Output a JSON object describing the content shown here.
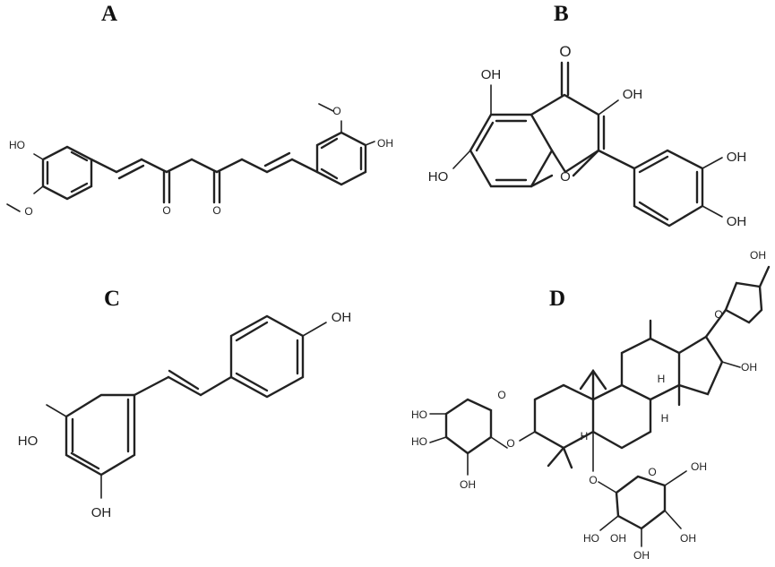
{
  "panels": {
    "A": {
      "label": "A",
      "atoms": {
        "oh_left": "HO",
        "ome_left": "O",
        "oh_right": "OH",
        "ome_right": "O",
        "ketone_1": "O",
        "ketone_2": "O"
      }
    },
    "B": {
      "label": "B",
      "atoms": {
        "oh_5": "OH",
        "oxo_4": "O",
        "oh_3": "OH",
        "oh_7": "HO",
        "ring_o": "O",
        "oh_3p": "OH",
        "oh_4p": "OH"
      }
    },
    "C": {
      "label": "C",
      "atoms": {
        "oh_4p": "OH",
        "oh_3": "HO",
        "oh_5": "OH"
      }
    },
    "D": {
      "label": "D",
      "atoms": {
        "furan_o": "O",
        "side_oh": "OH",
        "ring_oh": "OH",
        "h_1": "H",
        "h_2": "H",
        "h_3": "H",
        "xyl_o": "O",
        "xyl_oh_1": "HO",
        "xyl_oh_2": "HO",
        "xyl_oh_3": "OH",
        "link_o_1": "O",
        "link_o_2": "O",
        "glc_o": "O",
        "glc_oh_6": "OH",
        "glc_oh_1": "HO",
        "glc_oh_2": "OH",
        "glc_oh_3": "OH",
        "glc_oh_4": "OH"
      }
    }
  }
}
